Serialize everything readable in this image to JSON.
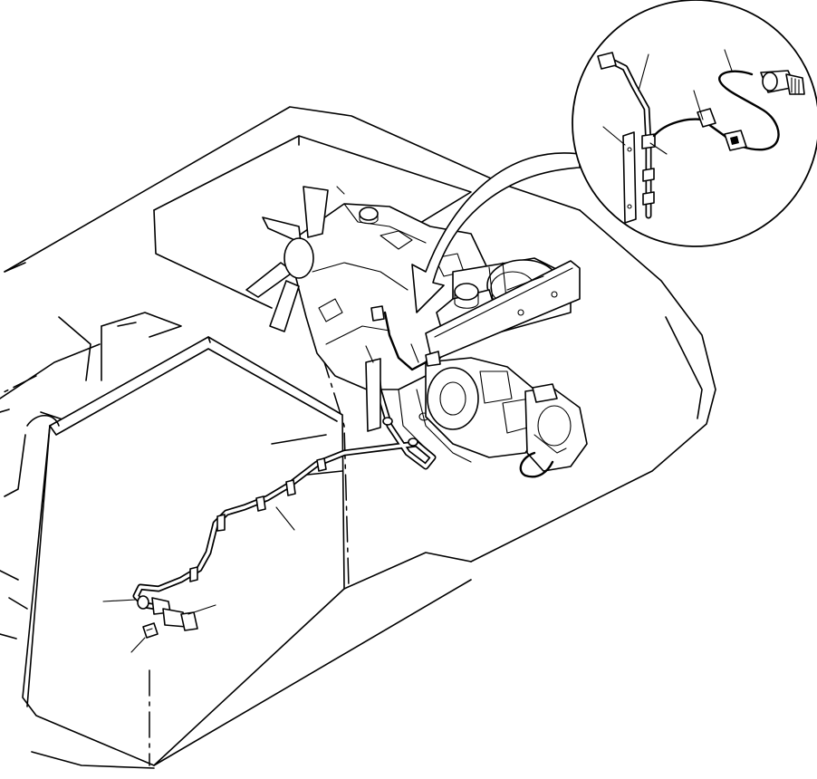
{
  "diagram": {
    "colors": {
      "ink": "#000000",
      "paper": "#ffffff"
    },
    "components": [
      "machine-body",
      "engine",
      "cooling-fan",
      "air-cleaner",
      "hydraulic-pump",
      "sensor-harness",
      "detail-view"
    ],
    "callouts": 10
  }
}
